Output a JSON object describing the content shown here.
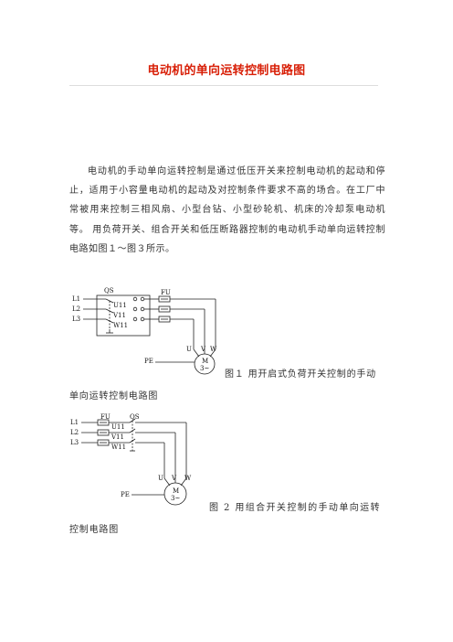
{
  "document": {
    "title": "电动机的单向运转控制电路图",
    "paragraph": "电动机的手动单向运转控制是通过低压开关来控制电动机的起动和停止，适用于小容量电动机的起动及对控制条件要求不高的场合。在工厂中常被用来控制三相风扇、小型台钻、小型砂轮机、机床的冷却泵电动机等。 用负荷开关、组合开关和低压断路器控制的电动机手动单向运转控制电路如图１～图３所示。"
  },
  "figure1": {
    "caption_line1": "图１ 用开启式负荷开关控制的手动",
    "caption_line2": "单向运转控制电路图",
    "labels": {
      "qs": "QS",
      "fu": "FU",
      "l1": "L1",
      "l2": "L2",
      "l3": "L3",
      "u11": "U11",
      "v11": "V11",
      "w11": "W11",
      "u": "U",
      "v": "V",
      "w": "W",
      "m": "M",
      "phase": "3~",
      "pe": "PE"
    }
  },
  "figure2": {
    "caption_line1": "图 2 用组合开关控制的手动单向运转",
    "caption_line2": "控制电路图",
    "labels": {
      "fu": "FU",
      "qs": "QS",
      "l1": "L1",
      "l2": "L2",
      "l3": "L3",
      "u11": "U11",
      "v11": "V11",
      "w11": "W11",
      "u": "U",
      "v": "V",
      "w": "W",
      "m": "M",
      "phase": "3~",
      "pe": "PE"
    }
  }
}
